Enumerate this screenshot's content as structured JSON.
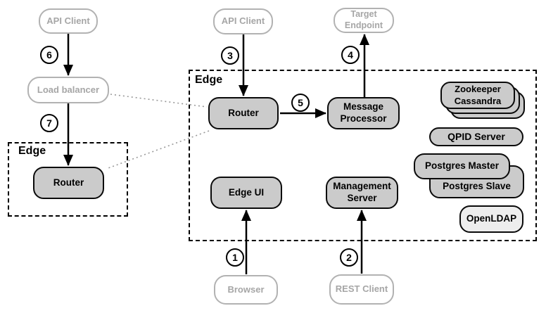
{
  "colors": {
    "background": "#ffffff",
    "node_fill": "#cbcbcb",
    "node_fill_light": "#ededed",
    "client_border": "#b2b2b2",
    "client_text": "#a6a6a6",
    "connector": "#000000",
    "dotted_connector": "#999999"
  },
  "groups": {
    "edge_main": {
      "label": "Edge"
    },
    "edge_small": {
      "label": "Edge"
    }
  },
  "nodes": {
    "api_client_left": "API Client",
    "api_client_top": "API Client",
    "target_endpoint": "Target Endpoint",
    "load_balancer": "Load balancer",
    "router_small": "Router",
    "router_main": "Router",
    "message_processor": "Message Processor",
    "edge_ui": "Edge UI",
    "management_server": "Management Server",
    "zookeeper": "Zookeeper",
    "cassandra": "Cassandra",
    "qpid_server": "QPID Server",
    "postgres_master": "Postgres Master",
    "postgres_slave": "Postgres Slave",
    "openldap": "OpenLDAP",
    "browser": "Browser",
    "rest_client": "REST Client"
  },
  "steps": {
    "s1": "1",
    "s2": "2",
    "s3": "3",
    "s4": "4",
    "s5": "5",
    "s6": "6",
    "s7": "7"
  },
  "connections": [
    {
      "step": "1",
      "from": "Browser",
      "to": "Edge UI",
      "style": "solid-arrow"
    },
    {
      "step": "2",
      "from": "REST Client",
      "to": "Management Server",
      "style": "solid-arrow"
    },
    {
      "step": "3",
      "from": "API Client",
      "to": "Router (Edge)",
      "style": "solid-arrow"
    },
    {
      "step": "4",
      "from": "Message Processor",
      "to": "Target Endpoint",
      "style": "solid-arrow"
    },
    {
      "step": "5",
      "from": "Router (Edge)",
      "to": "Message Processor",
      "style": "solid-arrow"
    },
    {
      "step": "6",
      "from": "API Client",
      "to": "Load balancer",
      "style": "solid-arrow"
    },
    {
      "step": "7",
      "from": "Load balancer",
      "to": "Router (small Edge)",
      "style": "solid-arrow"
    },
    {
      "from": "Load balancer",
      "to": "Router (Edge)",
      "style": "dotted"
    },
    {
      "from": "Router (Edge)",
      "to": "Router (small Edge)",
      "style": "dotted"
    }
  ]
}
